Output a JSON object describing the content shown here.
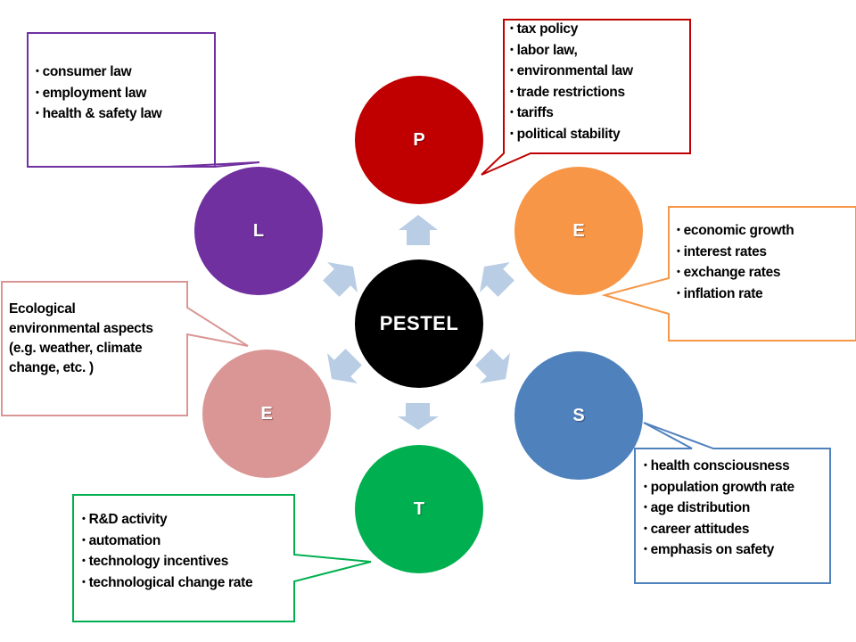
{
  "title": "PESTEL",
  "colors": {
    "political": "#c00000",
    "economic": "#f79646",
    "social": "#4f81bd",
    "technological": "#00b050",
    "environmental": "#d99694",
    "legal": "#7030a0",
    "center": "#000000",
    "arrow": "#b9cde5"
  },
  "factors": {
    "political": {
      "letter": "P",
      "items": [
        "tax policy",
        "labor law,",
        "environmental law",
        "trade restrictions",
        "tariffs",
        "political stability"
      ]
    },
    "economic": {
      "letter": "E",
      "items": [
        "economic growth",
        "interest rates",
        "exchange rates",
        "inflation rate"
      ]
    },
    "social": {
      "letter": "S",
      "items": [
        "health consciousness",
        "population growth rate",
        "age distribution",
        "career attitudes",
        "emphasis on safety"
      ]
    },
    "technological": {
      "letter": "T",
      "items": [
        "R&D activity",
        "automation",
        "technology incentives",
        "technological change rate"
      ]
    },
    "environmental": {
      "letter": "E",
      "lines": [
        "Ecological",
        "environmental aspects",
        "(e.g. weather, climate",
        "change, etc. )"
      ]
    },
    "legal": {
      "letter": "L",
      "items": [
        "consumer law",
        "employment law",
        "health & safety law"
      ]
    }
  }
}
